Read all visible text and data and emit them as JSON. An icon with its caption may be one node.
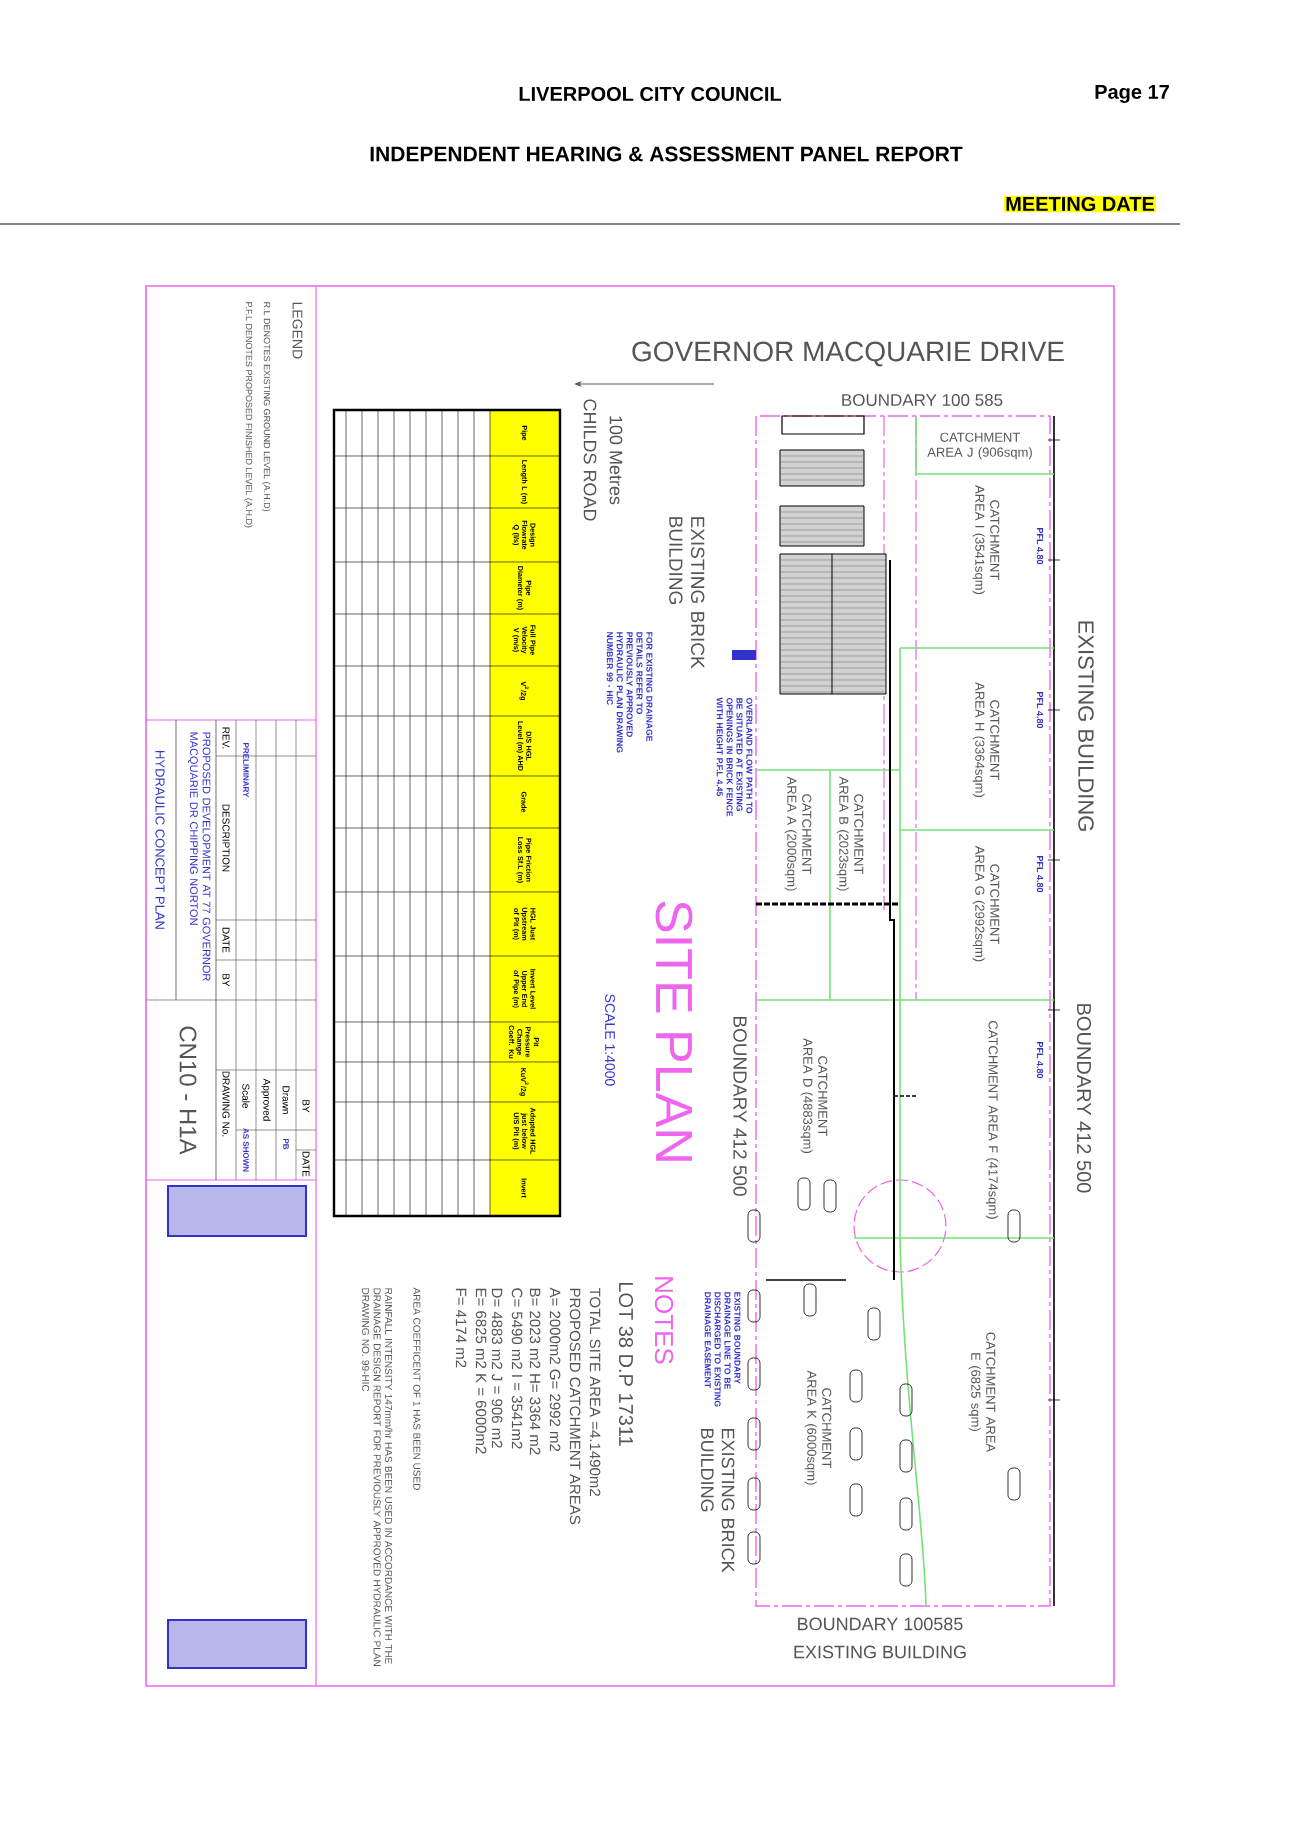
{
  "diagram": {
    "title": "SITE PLAN",
    "nodes": [
      {
        "text": [
          "CATCHMENT AREA J (906sqm)"
        ]
      },
      {
        "text": [
          "CATCHMENT AREA I (3541sqm)"
        ]
      },
      {
        "text": [
          "CATCHMENT AREA H (3364sqm)"
        ]
      },
      {
        "text": [
          "CATCHMENT AREA G (2992sqm)"
        ]
      },
      {
        "text": [
          "CATCHMENT AREA F (4174sqm)"
        ]
      },
      {
        "text": [
          "CATCHMENT AREA E (6825 sqm)"
        ]
      },
      {
        "text": [
          "CATCHMENT AREA K (6000sqm)"
        ]
      },
      {
        "text": [
          "CATCHMENT AREA D (4883sqm)"
        ]
      },
      {
        "text": [
          "CATCHMENT AREA B (2023sqm)"
        ]
      },
      {
        "text": [
          "CATCHMENT AREA A (2000sqm)"
        ]
      }
    ],
    "labels": [
      "LIVERPOOL CITY COUNCIL",
      "Page 17",
      "INDEPENDENT HEARING & ASSESSMENT PANEL REPORT",
      "MEETING DATE",
      "GOVERNOR MACQUARIE DRIVE",
      "BOUNDARY 100 585",
      "EXISTING BUILDING",
      "PFL 4.80",
      "PFL 4.80",
      "PFL 4.80",
      "100 Metres",
      "CHILDS ROAD",
      "EXISTING BRICK BUILDING",
      "FOR EXISTING DRAINAGE DETAILS REFER TO PREVIOUSLY APPROVED HYDRAULIC PLAN DRAWING NUMBER 99 - HIC",
      "OVERLAND FLOW PATH TO BE SITUATED AT EXISTING OPENINGS IN BRICK FENCE WITH HEIGHT P.F.L 4.45",
      "SCALE 1:4000",
      "BOUNDARY 412 500",
      "PFL 4.80",
      "BOUNDARY 412 500",
      "EXISTING BOUNDARY DRAINAGE LINE TO BE DISCHARGED TO EXISTING DRAINAGE EASEMENT",
      "NOTES",
      "LOT 38 D.P 17311",
      "TOTAL SITE AREA =4.1490m2",
      "PROPOSED CATCHMENT AREAS",
      "A= 2000m2   G= 2992 m2",
      "B= 2023 m2   H= 3364 m2",
      "C= 5490 m2   I = 3541m2",
      "D= 4883 m2   J = 906 m2",
      "E= 6825 m2   K = 6000m2",
      "F= 4174 m2",
      "AREA COEFFICENT OF 1 HAS BEEN USED",
      "RAINFALL INTENSITY 147mm/hr HAS BEEN USED IN ACCORDANCE WITH THE DRAINAGE DESIGN REPORT FOR PREVIOUSLY APPROVED HYDRAULIC PLAN DRAWING NO. 99-HIC",
      "EXISTING BRICK BUILDING",
      "BOUNDARY 100585",
      "EXISTING BUILDING",
      "Pipe",
      "Length L (m)",
      "Design Flowrate Q (l/s)",
      "Pipe Diameter (m)",
      "Full Pipe Velocity V (m/s)",
      "V$^{2}$/2g",
      "D/S HGL Level (m) AHD",
      "Grade",
      "Pipe Friction Loss Sf.L (m)",
      "HGL Just Upstream of Pit (m)",
      "Invert Level Upper End of Pipe (m)",
      "Pit Pressure Change Coeff. Ku",
      "KuV$^{2}$/2g",
      "Adopted HGL just below U/S Pit (m)",
      "Invert",
      "LEGEND",
      "REV.",
      "DESCRIPTION",
      "DATE",
      "BY",
      "PRELIMINARY",
      "PROPOSED DEVELOPMENT AT 77 GOVERNOR MACQUARIE DR CHIPPING NORTON",
      "HYDRAULIC CONCEPT PLAN",
      "BY",
      "DATE",
      "Drawn",
      "PB",
      "Approved",
      "Scale",
      "AS SHOWN",
      "DRAWING No.",
      "CN10 - H1A"
    ],
    "legend": [
      {
        "text": "R.L DENOTES EXISTING GROUND LEVEL (A.H.D)"
      },
      {
        "text": "P.F.L DENOTES PROPOSED FINISHED LEVEL (A.H.D)"
      }
    ]
  }
}
